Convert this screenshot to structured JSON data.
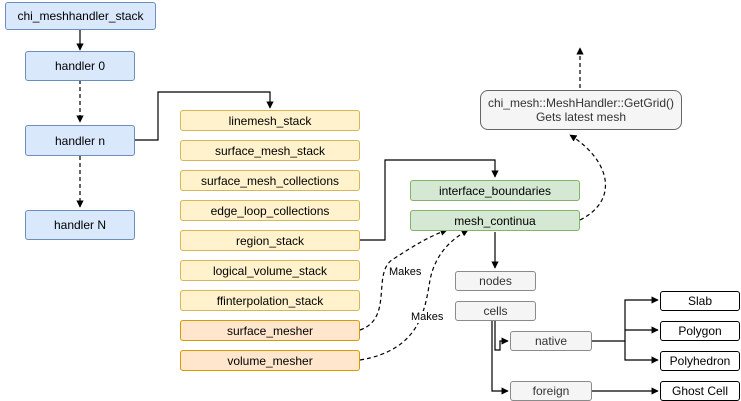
{
  "nodes": {
    "stack": "chi_meshhandler_stack",
    "handler0": "handler 0",
    "handlern": "handler n",
    "handlerN": "handler N",
    "linemesh": "linemesh_stack",
    "surfmesh": "surface_mesh_stack",
    "surfcoll": "surface_mesh_collections",
    "edgeloop": "edge_loop_collections",
    "region": "region_stack",
    "logvol": "logical_volume_stack",
    "ffinterp": "ffinterpolation_stack",
    "surfmesher": "surface_mesher",
    "volmesher": "volume_mesher",
    "iface": "interface_boundaries",
    "continua": "mesh_continua",
    "getgrid_line1": "chi_mesh::MeshHandler::GetGrid()",
    "getgrid_line2": "Gets latest mesh",
    "nodes": "nodes",
    "cells": "cells",
    "native": "native",
    "foreign": "foreign",
    "slab": "Slab",
    "polygon": "Polygon",
    "polyhedron": "Polyhedron",
    "ghost": "Ghost Cell"
  },
  "edge_labels": {
    "makes1": "Makes",
    "makes2": "Makes"
  },
  "colors": {
    "blue_fill": "#dae8fc",
    "blue_stroke": "#6c8ebf",
    "yellow_fill": "#fff2cc",
    "yellow_stroke": "#d6b656",
    "orange_fill": "#ffe6cc",
    "orange_stroke": "#d79b00",
    "green_fill": "#d5e8d4",
    "green_stroke": "#82b366",
    "gray_fill": "#f5f5f5",
    "edge": "#000000"
  }
}
